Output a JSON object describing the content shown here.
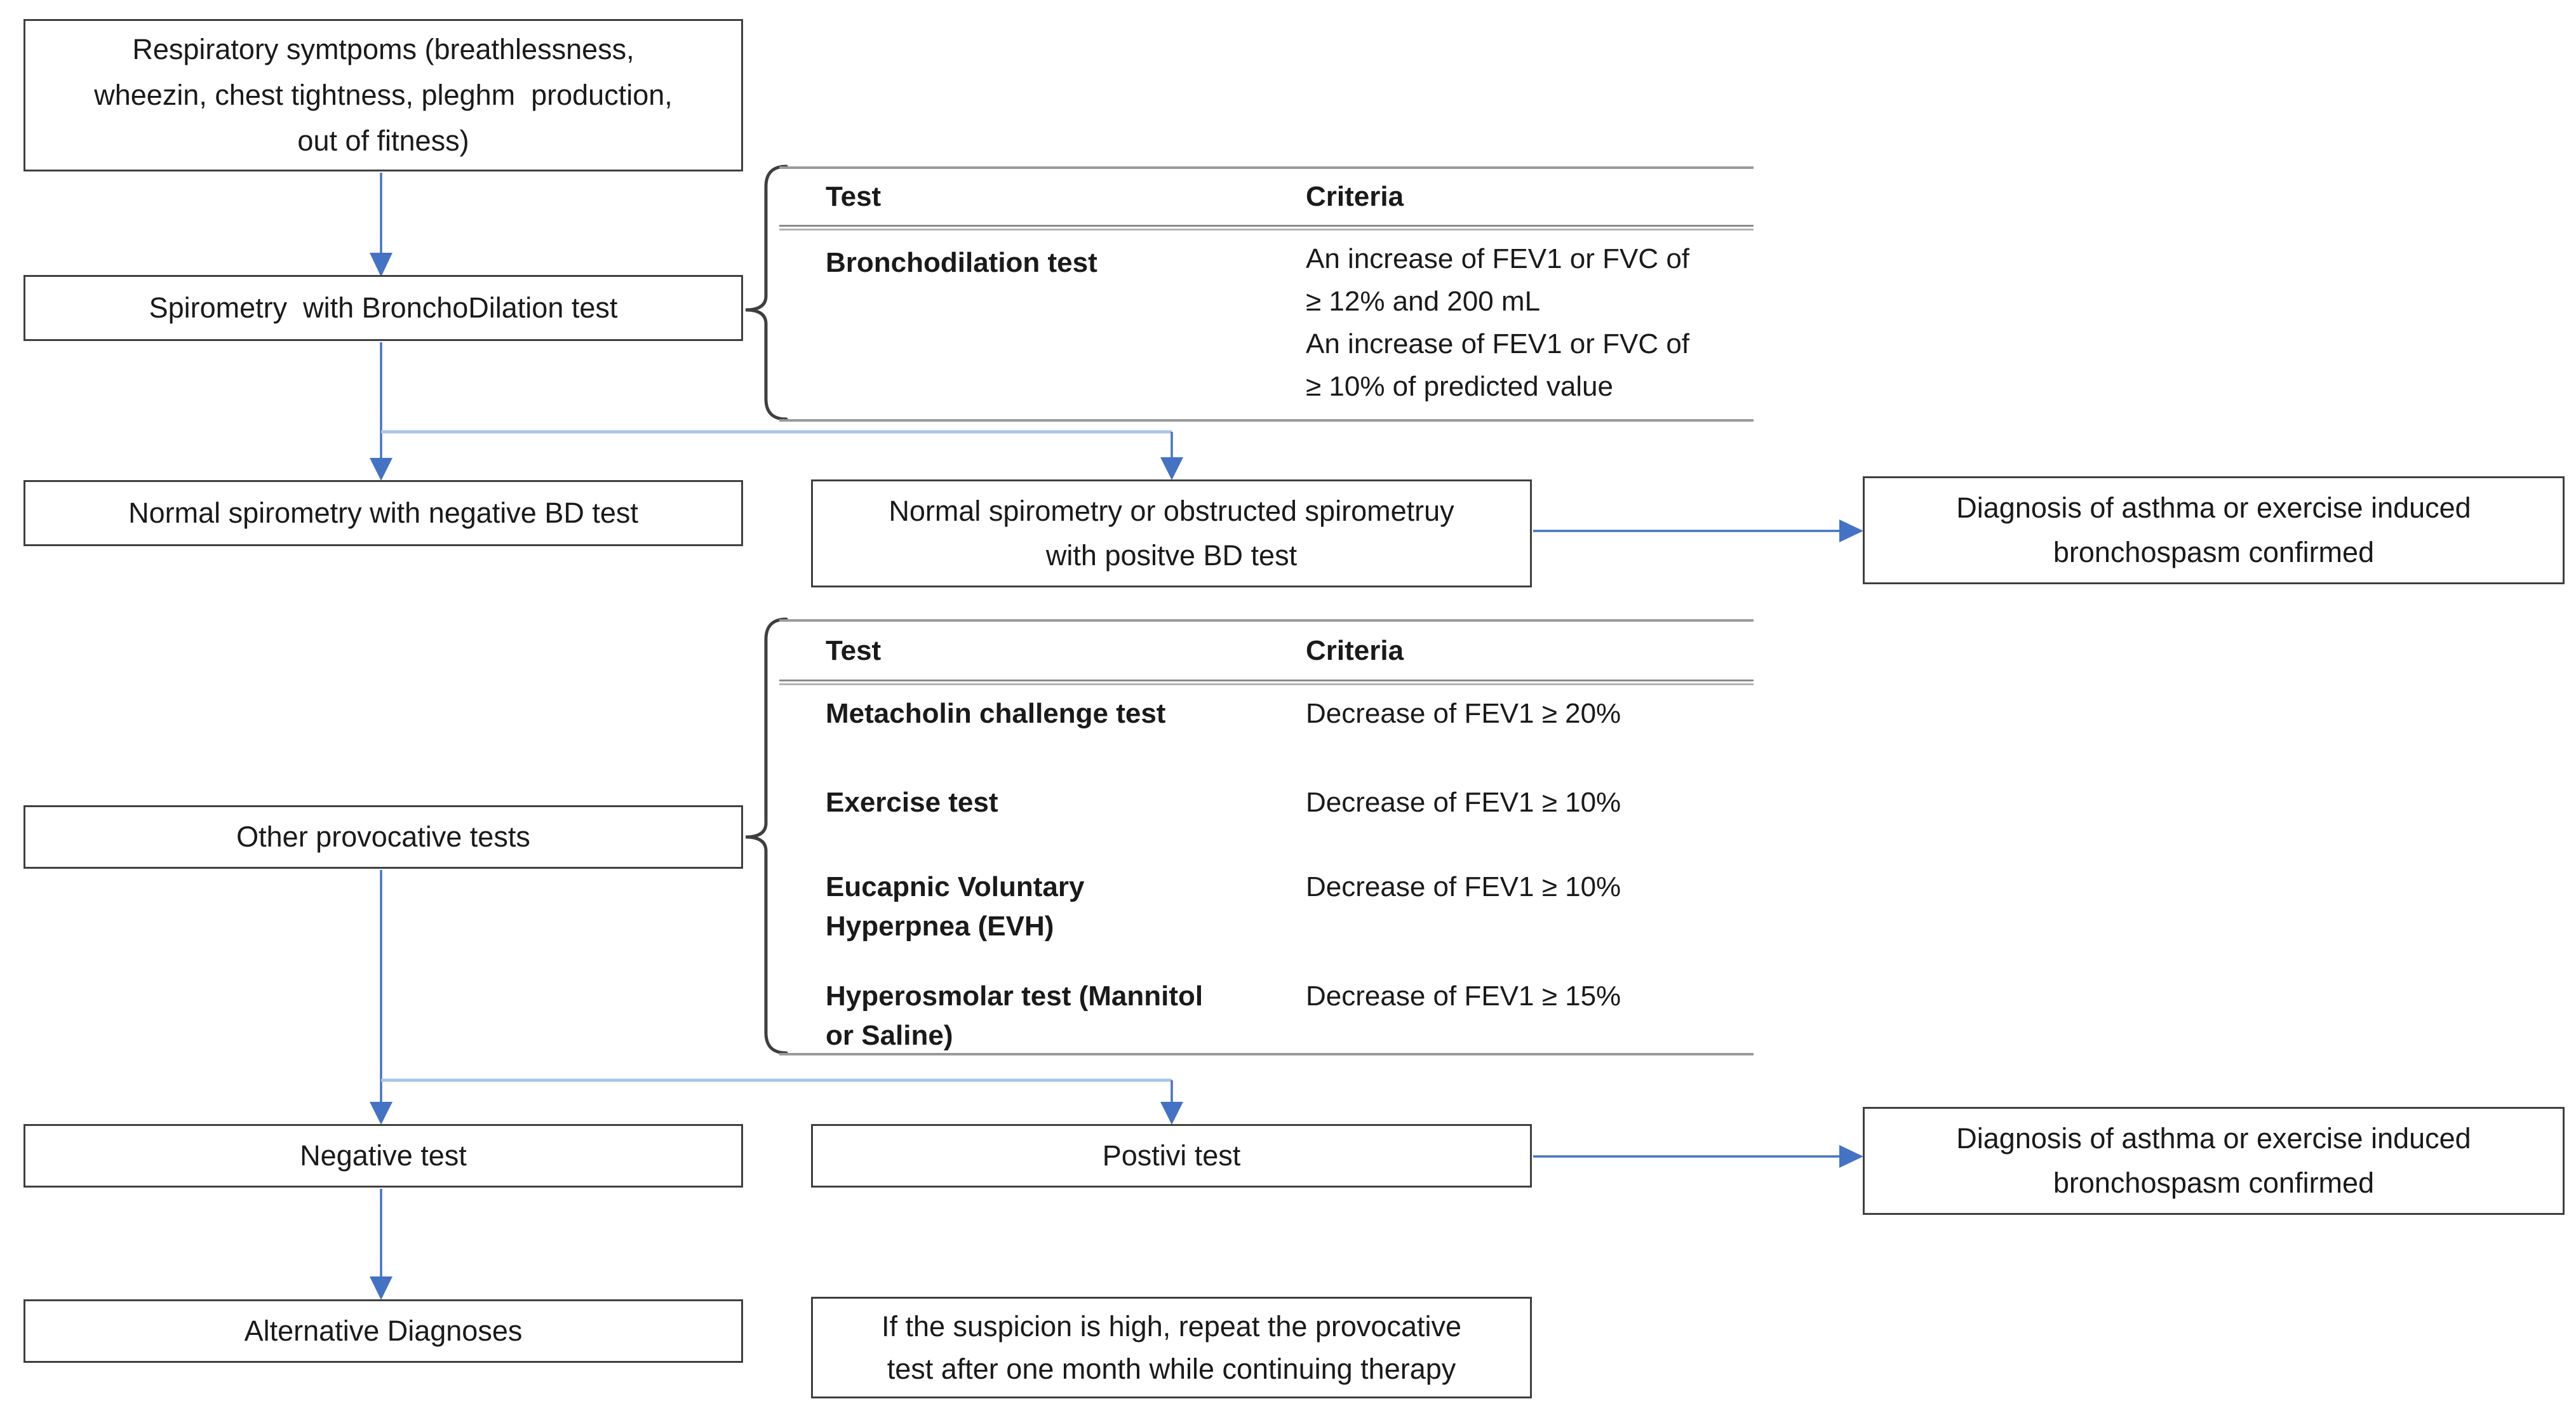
{
  "colors": {
    "arrow_blue": "#4472C4",
    "connector_light": "#A9C4EA",
    "border_dark": "#3F3F3F",
    "rule_gray": "#9A9A9A",
    "text": "#1A1A1A"
  },
  "boxes": {
    "respiratory_symptoms": {
      "text": "Respiratory symtpoms (breathlessness,\nwheezin, chest tightness, pleghm  production,\nout of fitness)"
    },
    "spirometry_bd": {
      "text": "Spirometry  with BronchoDilation test"
    },
    "normal_negative_bd": {
      "text": "Normal spirometry with negative BD test"
    },
    "normal_or_obstructed_positive_bd": {
      "text": "Normal spirometry or obstructed spirometruy\nwith positve BD test"
    },
    "diagnosis_confirmed_top": {
      "text": "Diagnosis of asthma or exercise induced\nbronchospasm confirmed"
    },
    "other_provocative": {
      "text": "Other provocative tests"
    },
    "negative_test": {
      "text": "Negative test"
    },
    "positive_test": {
      "text": "Postivi test"
    },
    "diagnosis_confirmed_bottom": {
      "text": "Diagnosis of asthma or exercise induced\nbronchospasm confirmed"
    },
    "alternative_diagnoses": {
      "text": "Alternative Diagnoses"
    },
    "repeat_test_note": {
      "text": "If the suspicion is high, repeat the provocative\ntest after one month while continuing therapy"
    }
  },
  "bronchodilation_table": {
    "headers": {
      "test": "Test",
      "criteria": "Criteria"
    },
    "rows": [
      {
        "test": "Bronchodilation test",
        "criteria": "An increase of FEV1 or FVC of\n≥ 12% and 200 mL\nAn increase of FEV1 or FVC of\n≥ 10% of predicted value"
      }
    ]
  },
  "provocative_table": {
    "headers": {
      "test": "Test",
      "criteria": "Criteria"
    },
    "rows": [
      {
        "test": "Metacholin challenge test",
        "criteria": "Decrease of FEV1 ≥ 20%"
      },
      {
        "test": "Exercise test",
        "criteria": "Decrease of FEV1 ≥ 10%"
      },
      {
        "test": "Eucapnic Voluntary\nHyperpnea (EVH)",
        "criteria": "Decrease of FEV1 ≥ 10%"
      },
      {
        "test": "Hyperosmolar test (Mannitol\nor Saline)",
        "criteria": "Decrease of FEV1 ≥ 15%"
      }
    ]
  }
}
